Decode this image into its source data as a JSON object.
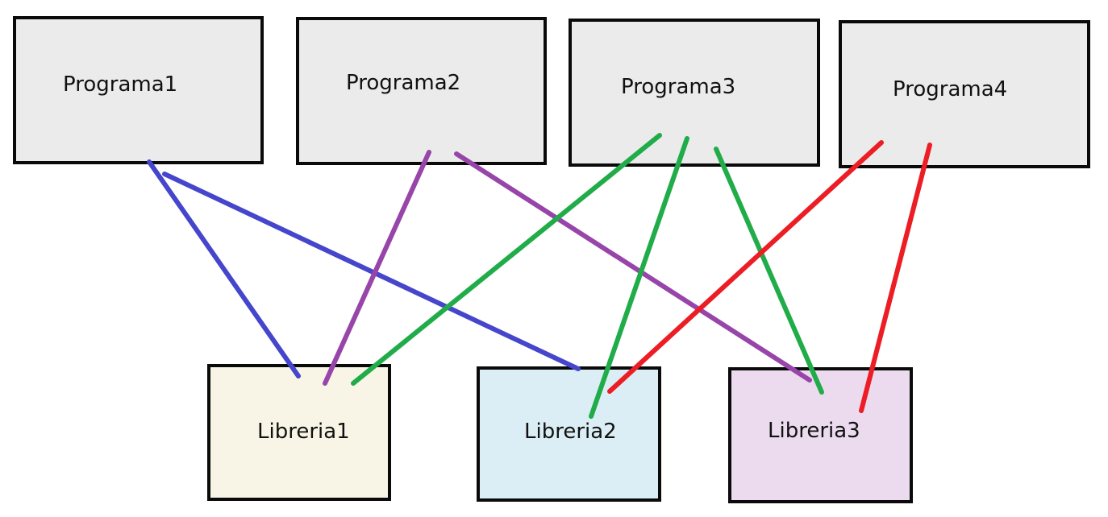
{
  "programs": [
    {
      "id": "programa1",
      "label": "Programa1"
    },
    {
      "id": "programa2",
      "label": "Programa2"
    },
    {
      "id": "programa3",
      "label": "Programa3"
    },
    {
      "id": "programa4",
      "label": "Programa4"
    }
  ],
  "libraries": [
    {
      "id": "libreria1",
      "label": "Libreria1",
      "color": "#f8f5e6"
    },
    {
      "id": "libreria2",
      "label": "Libreria2",
      "color": "#dbeef5"
    },
    {
      "id": "libreria3",
      "label": "Libreria3",
      "color": "#ecdbef"
    }
  ],
  "program_box_color": "#ebebeb",
  "border_color": "#0a0a0a",
  "links": [
    {
      "from": "Programa1",
      "to": "Libreria1",
      "color": "#4646cc"
    },
    {
      "from": "Programa1",
      "to": "Libreria2",
      "color": "#4646cc"
    },
    {
      "from": "Programa2",
      "to": "Libreria1",
      "color": "#9845aa"
    },
    {
      "from": "Programa2",
      "to": "Libreria3",
      "color": "#9845aa"
    },
    {
      "from": "Programa3",
      "to": "Libreria1",
      "color": "#21ac4a"
    },
    {
      "from": "Programa3",
      "to": "Libreria2",
      "color": "#21ac4a"
    },
    {
      "from": "Programa3",
      "to": "Libreria3",
      "color": "#21ac4a"
    },
    {
      "from": "Programa4",
      "to": "Libreria2",
      "color": "#ec1d24"
    },
    {
      "from": "Programa4",
      "to": "Libreria3",
      "color": "#ec1d24"
    }
  ]
}
